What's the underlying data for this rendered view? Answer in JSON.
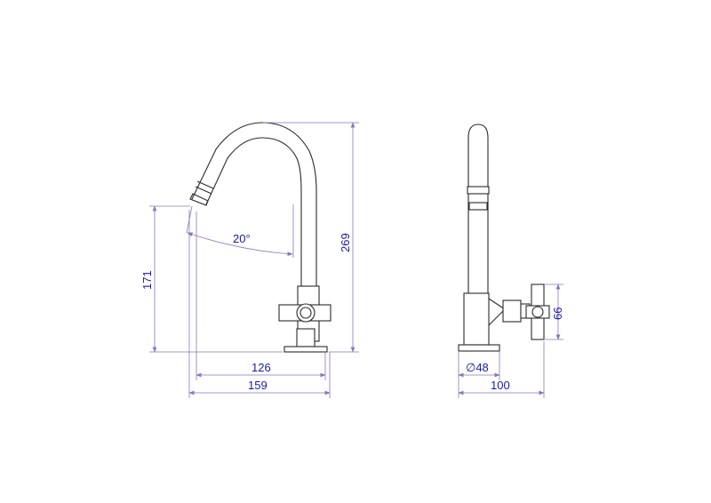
{
  "drawing": {
    "dimensions": {
      "base_to_outlet_reach": "126",
      "overall_reach": "159",
      "outlet_height": "171",
      "total_height": "269",
      "spout_angle": "20°",
      "valve_height": "66",
      "base_diameter": "∅48",
      "overall_depth": "100"
    },
    "colors": {
      "outline": "#2a2a2a",
      "dimension_line": "#8878b8",
      "dimension_text": "#1a1aa8"
    }
  }
}
